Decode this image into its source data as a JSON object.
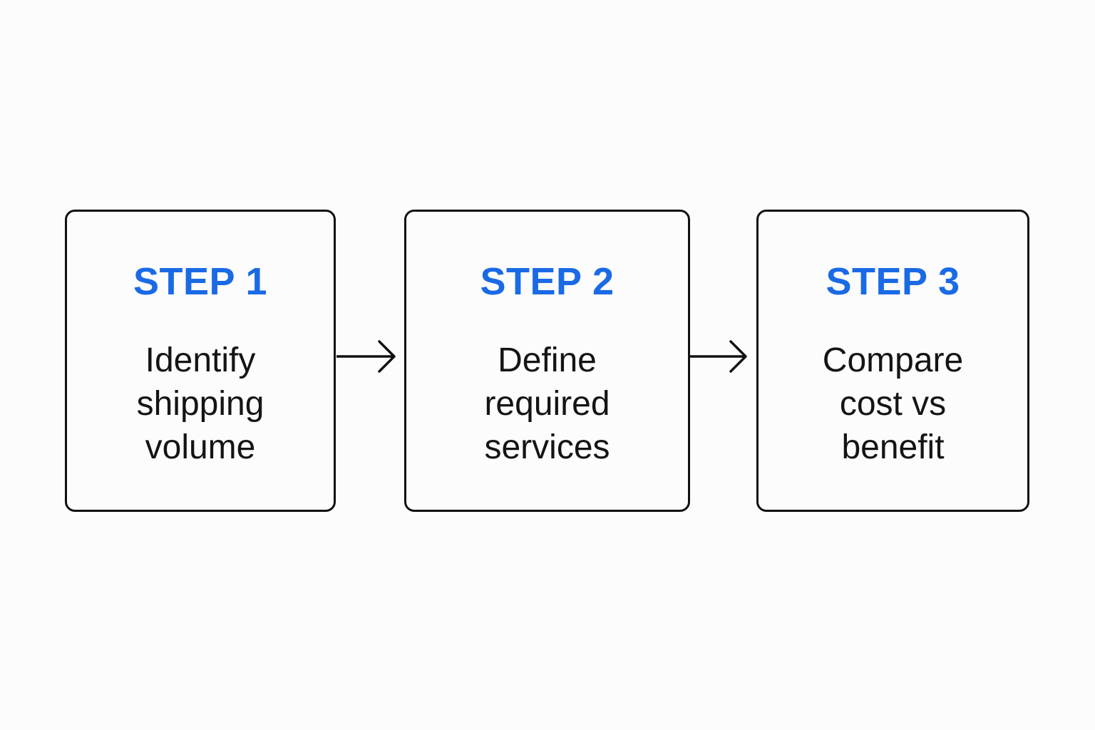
{
  "colors": {
    "accent": "#1a6ae6",
    "text": "#141414",
    "border": "#111111",
    "background": "#fcfcfc"
  },
  "steps": [
    {
      "title": "STEP 1",
      "text": "Identify\nshipping\nvolume"
    },
    {
      "title": "STEP 2",
      "text": "Define\nrequired\nservices"
    },
    {
      "title": "STEP 3",
      "text": "Compare\ncost vs\nbenefit"
    }
  ],
  "connectors": [
    {
      "from": "STEP 1",
      "to": "STEP 2",
      "icon": "arrow-right-icon"
    },
    {
      "from": "STEP 2",
      "to": "STEP 3",
      "icon": "arrow-right-icon"
    }
  ]
}
